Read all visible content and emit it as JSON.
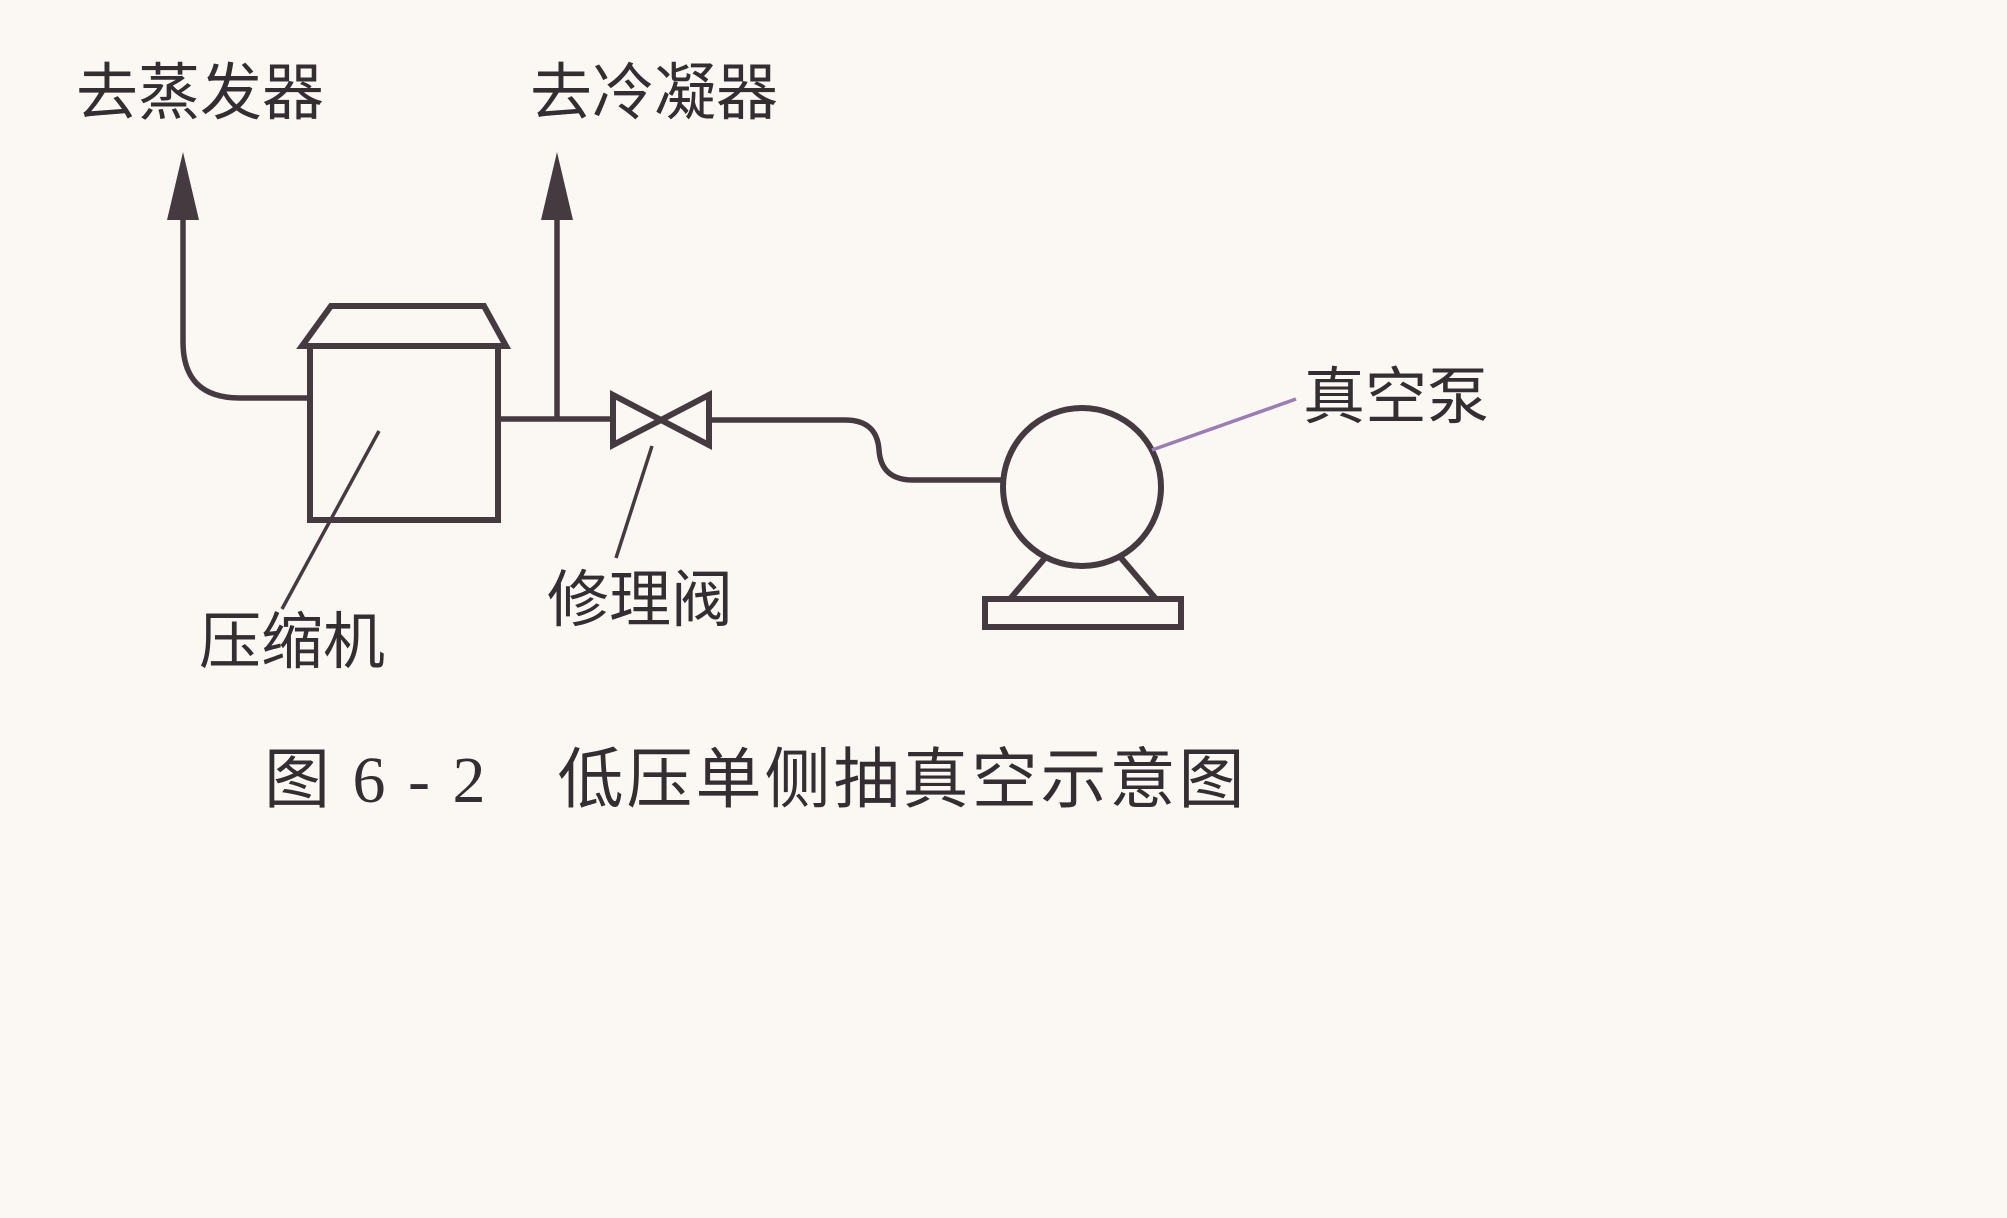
{
  "figure": {
    "title": "图 6 - 2　低压单侧抽真空示意图",
    "labels": {
      "to_evaporator": "去蒸发器",
      "to_condenser": "去冷凝器",
      "compressor": "压缩机",
      "service_valve": "修理阀",
      "vacuum_pump": "真空泵"
    },
    "colors": {
      "background": "#fbf8f4",
      "line": "#463a41",
      "text": "#342d31",
      "leader_purple": "#9b7cb3"
    }
  }
}
